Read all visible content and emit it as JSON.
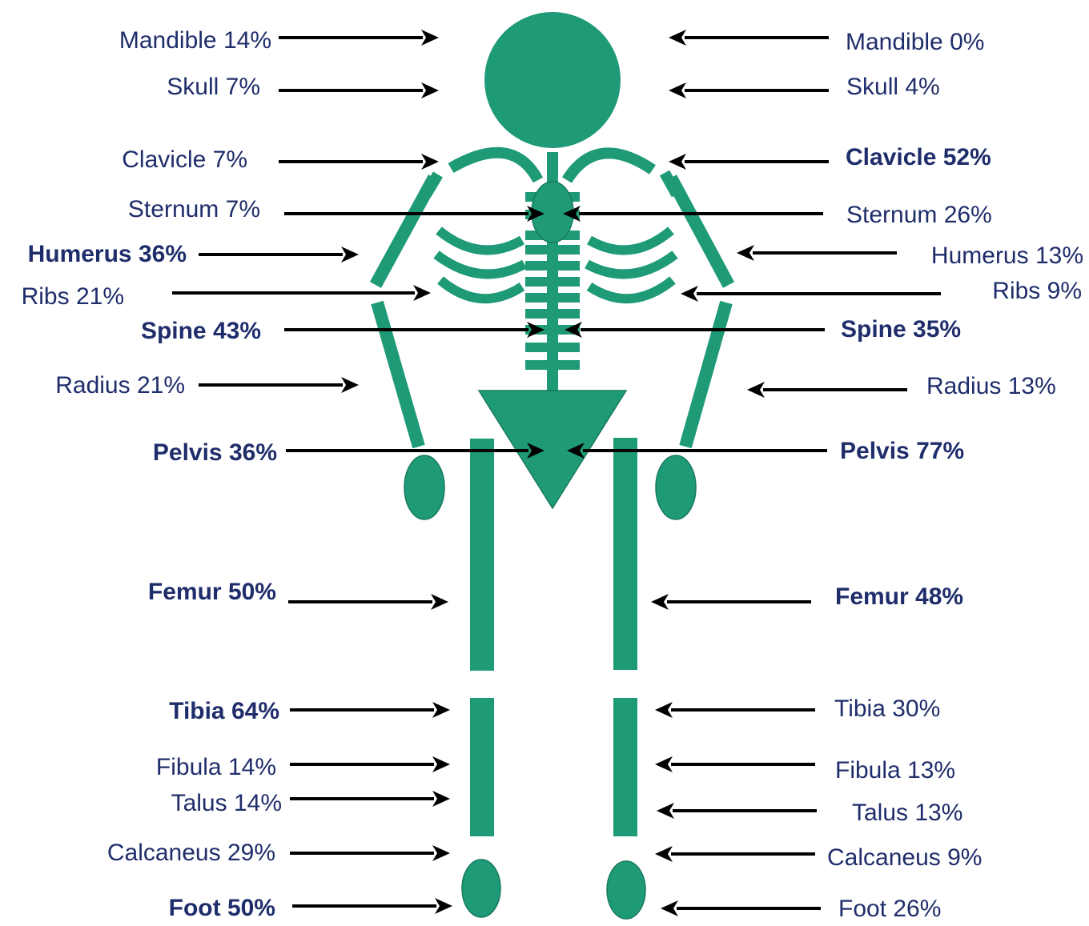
{
  "colors": {
    "bone": "#1f9a77",
    "bone_outline": "#177a5d",
    "label_text": "#1f2d6b",
    "arrow": "#000000"
  },
  "left_labels": [
    {
      "id": "mandible",
      "text": "Mandible 14%",
      "bold": false
    },
    {
      "id": "skull",
      "text": "Skull 7%",
      "bold": false
    },
    {
      "id": "clavicle",
      "text": "Clavicle 7%",
      "bold": false
    },
    {
      "id": "sternum",
      "text": "Sternum 7%",
      "bold": false
    },
    {
      "id": "humerus",
      "text": "Humerus 36%",
      "bold": true
    },
    {
      "id": "ribs",
      "text": "Ribs 21%",
      "bold": false
    },
    {
      "id": "spine",
      "text": "Spine 43%",
      "bold": true
    },
    {
      "id": "radius",
      "text": "Radius 21%",
      "bold": false
    },
    {
      "id": "pelvis",
      "text": "Pelvis 36%",
      "bold": true
    },
    {
      "id": "femur",
      "text": "Femur 50%",
      "bold": true
    },
    {
      "id": "tibia",
      "text": "Tibia 64%",
      "bold": true
    },
    {
      "id": "fibula",
      "text": "Fibula 14%",
      "bold": false
    },
    {
      "id": "talus",
      "text": "Talus 14%",
      "bold": false
    },
    {
      "id": "calcaneus",
      "text": "Calcaneus 29%",
      "bold": false
    },
    {
      "id": "foot",
      "text": "Foot 50%",
      "bold": true
    }
  ],
  "right_labels": [
    {
      "id": "mandible",
      "text": "Mandible 0%",
      "bold": false
    },
    {
      "id": "skull",
      "text": "Skull 4%",
      "bold": false
    },
    {
      "id": "clavicle",
      "text": "Clavicle 52%",
      "bold": true
    },
    {
      "id": "sternum",
      "text": "Sternum 26%",
      "bold": false
    },
    {
      "id": "humerus",
      "text": "Humerus 13%",
      "bold": false
    },
    {
      "id": "ribs",
      "text": "Ribs 9%",
      "bold": false
    },
    {
      "id": "spine",
      "text": "Spine 35%",
      "bold": true
    },
    {
      "id": "radius",
      "text": "Radius 13%",
      "bold": false
    },
    {
      "id": "pelvis",
      "text": "Pelvis 77%",
      "bold": true
    },
    {
      "id": "femur",
      "text": "Femur 48%",
      "bold": true
    },
    {
      "id": "tibia",
      "text": "Tibia 30%",
      "bold": false
    },
    {
      "id": "fibula",
      "text": "Fibula 13%",
      "bold": false
    },
    {
      "id": "talus",
      "text": "Talus 13%",
      "bold": false
    },
    {
      "id": "calcaneus",
      "text": "Calcaneus 9%",
      "bold": false
    },
    {
      "id": "foot",
      "text": "Foot 26%",
      "bold": false
    }
  ]
}
